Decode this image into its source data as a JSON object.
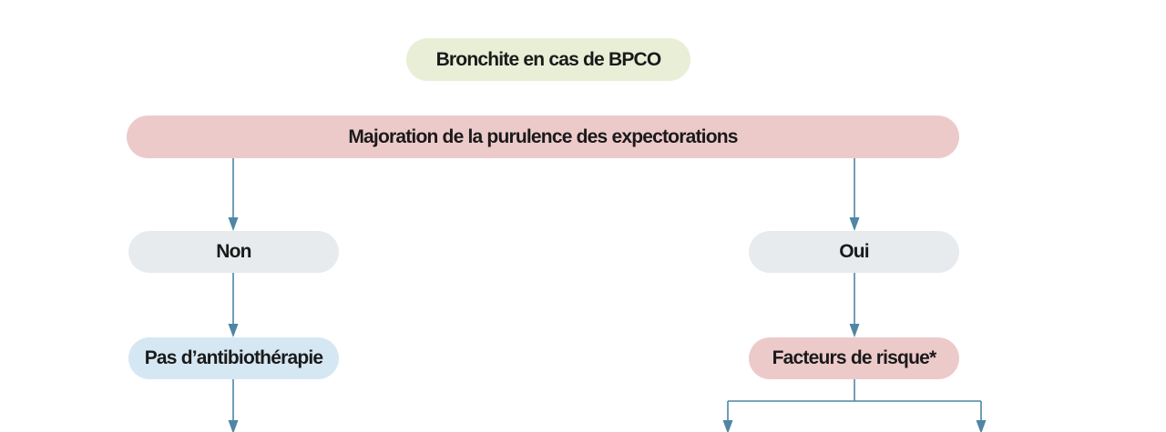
{
  "nodes": {
    "title": "Bronchite en cas de BPCO",
    "question": "Majoration de la purulence des expectorations",
    "no": "Non",
    "yes": "Oui",
    "no_antibiotic": "Pas d’antibiothérapie",
    "risk_factors": "Facteurs de risque*"
  },
  "colors": {
    "title_fill": "#e9eed7",
    "question_fill": "#edcaca",
    "answer_fill": "#e7ebee",
    "no_antibiotic_fill": "#d5e7f3",
    "risk_factors_fill": "#edcaca",
    "connector": "#4f86a3"
  }
}
